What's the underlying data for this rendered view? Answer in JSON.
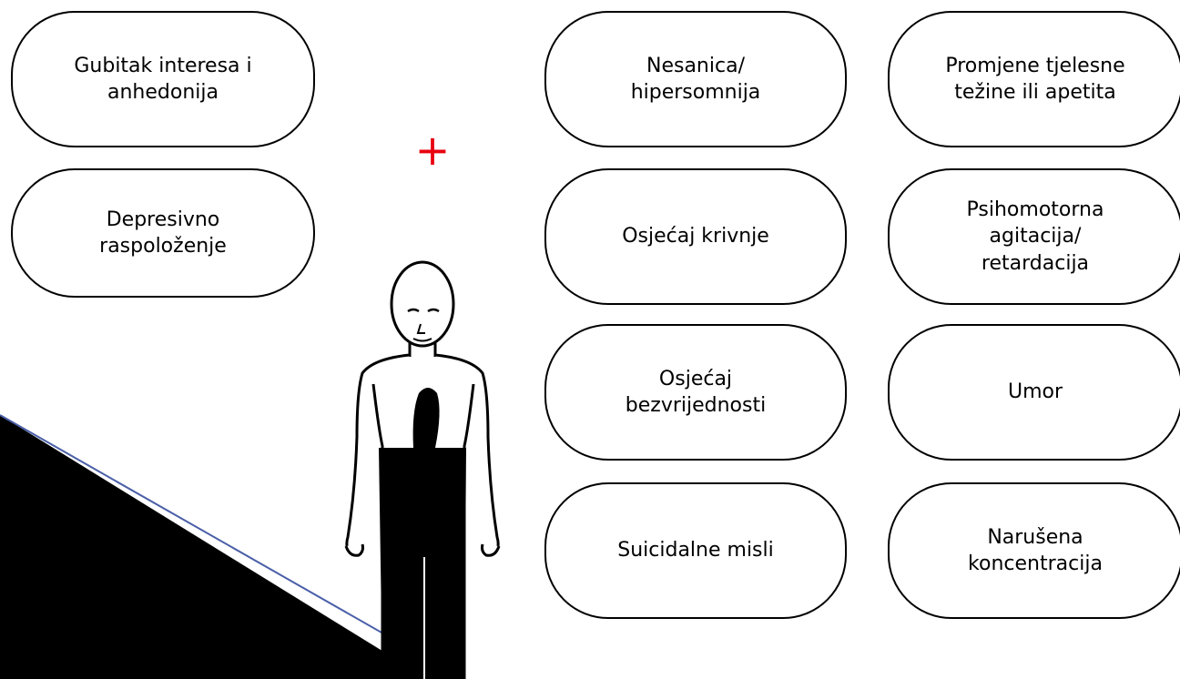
{
  "connector": "+",
  "colors": {
    "plus": "#e8000f",
    "edge": "#4a5fa8"
  },
  "icons": {
    "person": "human-figure-icon"
  },
  "core_symptoms": [
    {
      "label": "Gubitak interesa i\nanhedonija"
    },
    {
      "label": "Depresivno\nraspoloženje"
    }
  ],
  "additional_symptoms": [
    {
      "label": "Nesanica/\nhipersomnija"
    },
    {
      "label": "Promjene tjelesne\ntežine ili apetita"
    },
    {
      "label": "Osjećaj krivnje"
    },
    {
      "label": "Psihomotorna\nagitacija/\nretardacija"
    },
    {
      "label": "Osjećaj\nbezvrijednosti"
    },
    {
      "label": "Umor"
    },
    {
      "label": "Suicidalne misli"
    },
    {
      "label": "Narušena\nkoncentracija"
    }
  ]
}
